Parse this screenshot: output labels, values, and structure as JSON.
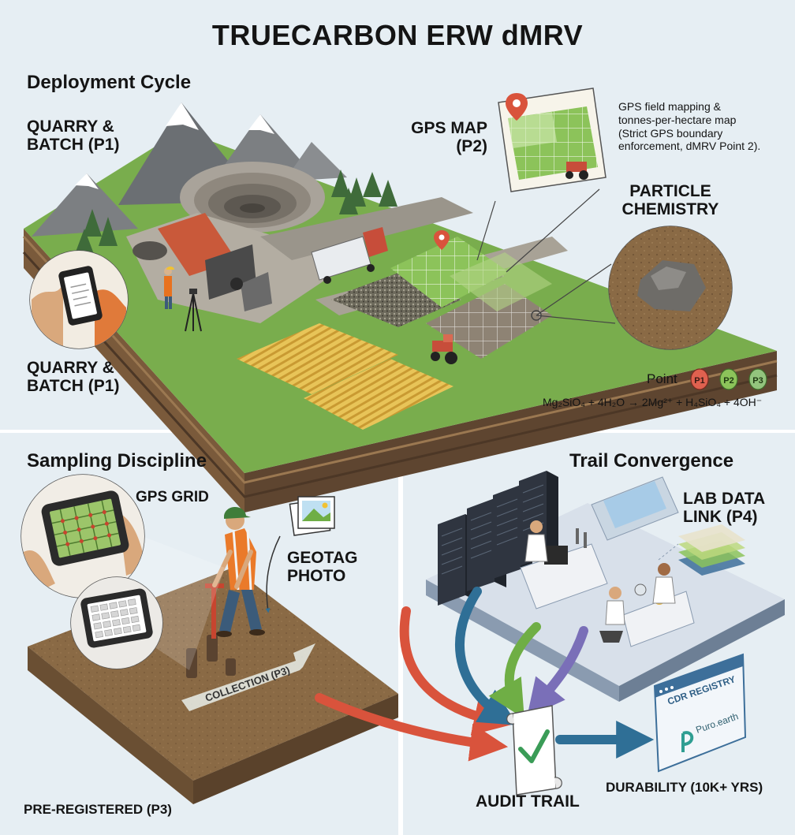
{
  "title": "TRUECARBON ERW dMRV",
  "sections": {
    "deployment": "Deployment Cycle",
    "sampling": "Sampling Discipline",
    "trail": "Trail Convergence"
  },
  "labels": {
    "quarry_batch_top": "QUARRY &\nBATCH (P1)",
    "quarry_batch_bottom": "QUARRY &\nBATCH (P1)",
    "gps_map": "GPS MAP\n(P2)",
    "gps_map_note": "GPS field mapping &\ntonnes-per-hectare map\n(Strict GPS boundary\nenforcement, dMRV Point 2).",
    "particle_chemistry": "PARTICLE\nCHEMISTRY",
    "point_word": "Point",
    "points": [
      "P1",
      "P2",
      "P3"
    ],
    "equation": "Mg₂SiO₄ + 4H₂O → 2Mg²⁺ + H₄SiO₄ + 4OH⁻",
    "gps_grid": "GPS GRID",
    "geotag_photo": "GEOTAG\nPHOTO",
    "collection": "COLLECTION (P3)",
    "pre_registered": "PRE-REGISTERED (P3)",
    "lab_data_link": "LAB DATA\nLINK (P4)",
    "audit_trail": "AUDIT TRAIL",
    "durability": "DURABILITY (10K+ YRS)",
    "cdr_registry": "CDR REGISTRY",
    "puro": "Puro.earth"
  },
  "colors": {
    "background": "#e6eef3",
    "p1": "#e0614f",
    "p2": "#8cc35a",
    "p3": "#93c47d",
    "arrow_red": "#d9533c",
    "arrow_blue": "#2f6f96",
    "arrow_green": "#6fae45",
    "arrow_purple": "#7a6fb8",
    "check": "#3a9c57"
  }
}
